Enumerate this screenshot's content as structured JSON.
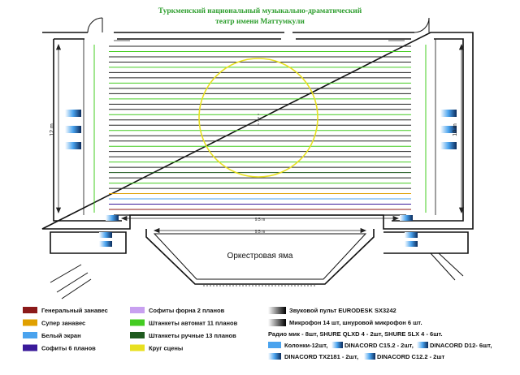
{
  "title": {
    "line1": "Туркменский национальный музыкально-драматический",
    "line2": "театр имени Маттумкули",
    "color": "#2e9e2e"
  },
  "plan": {
    "orchestra_pit_label": "Оркестровая яма",
    "left_dim": "12 m",
    "right_dim": "10 m",
    "bottom_dim": "9.5 m",
    "apron_dim": "9.5 m",
    "small_marks": [
      "1",
      "1",
      "1",
      "1",
      "1"
    ]
  },
  "colors": {
    "general_curtain": "#8b1a1a",
    "super_curtain": "#e0a000",
    "white_screen": "#4aa3ee",
    "sofits": "#3a1a9a",
    "portal_sofits": "#c8a0f0",
    "auto_battens": "#44cc22",
    "manual_battens": "#1e5a1e",
    "stage_circle": "#e8e020",
    "battens_black": "#222222"
  },
  "legend": {
    "left": [
      {
        "label": "Генеральный занавес",
        "color": "#8b1a1a"
      },
      {
        "label": "Супер занавес",
        "color": "#e0a000"
      },
      {
        "label": "Белый экран",
        "color": "#4aa3ee"
      },
      {
        "label": "Софиты 6 планов",
        "color": "#3a1a9a"
      }
    ],
    "middle": [
      {
        "label": "Софиты форна 2 планов",
        "color": "#c8a0f0"
      },
      {
        "label": "Штанкеты автомат 11 планов",
        "color": "#44cc22"
      },
      {
        "label": "Штанкеты ручные 13 планов",
        "color": "#1e5a1e"
      },
      {
        "label": "Круг сцены",
        "color": "#e8e020"
      }
    ],
    "equipment": {
      "line1": "Звуковой пульт EURODESK SX3242",
      "line2": "Микрофон 14 шт, шнуровой микрофон 6 шт.",
      "line3": "Радио мик - 8шт, SHURE QLXD 4 - 2шт, SHURE SLX 4 - 6шт.",
      "line4a": "Колонки-12шт,",
      "line4b": "DINACORD C15.2 - 2шт,",
      "line4c": "DINACORD D12- 6шт,",
      "line5a": "DINACORD TX2181 - 2шт,",
      "line5b": "DINACORD C12.2 - 2шт"
    }
  }
}
